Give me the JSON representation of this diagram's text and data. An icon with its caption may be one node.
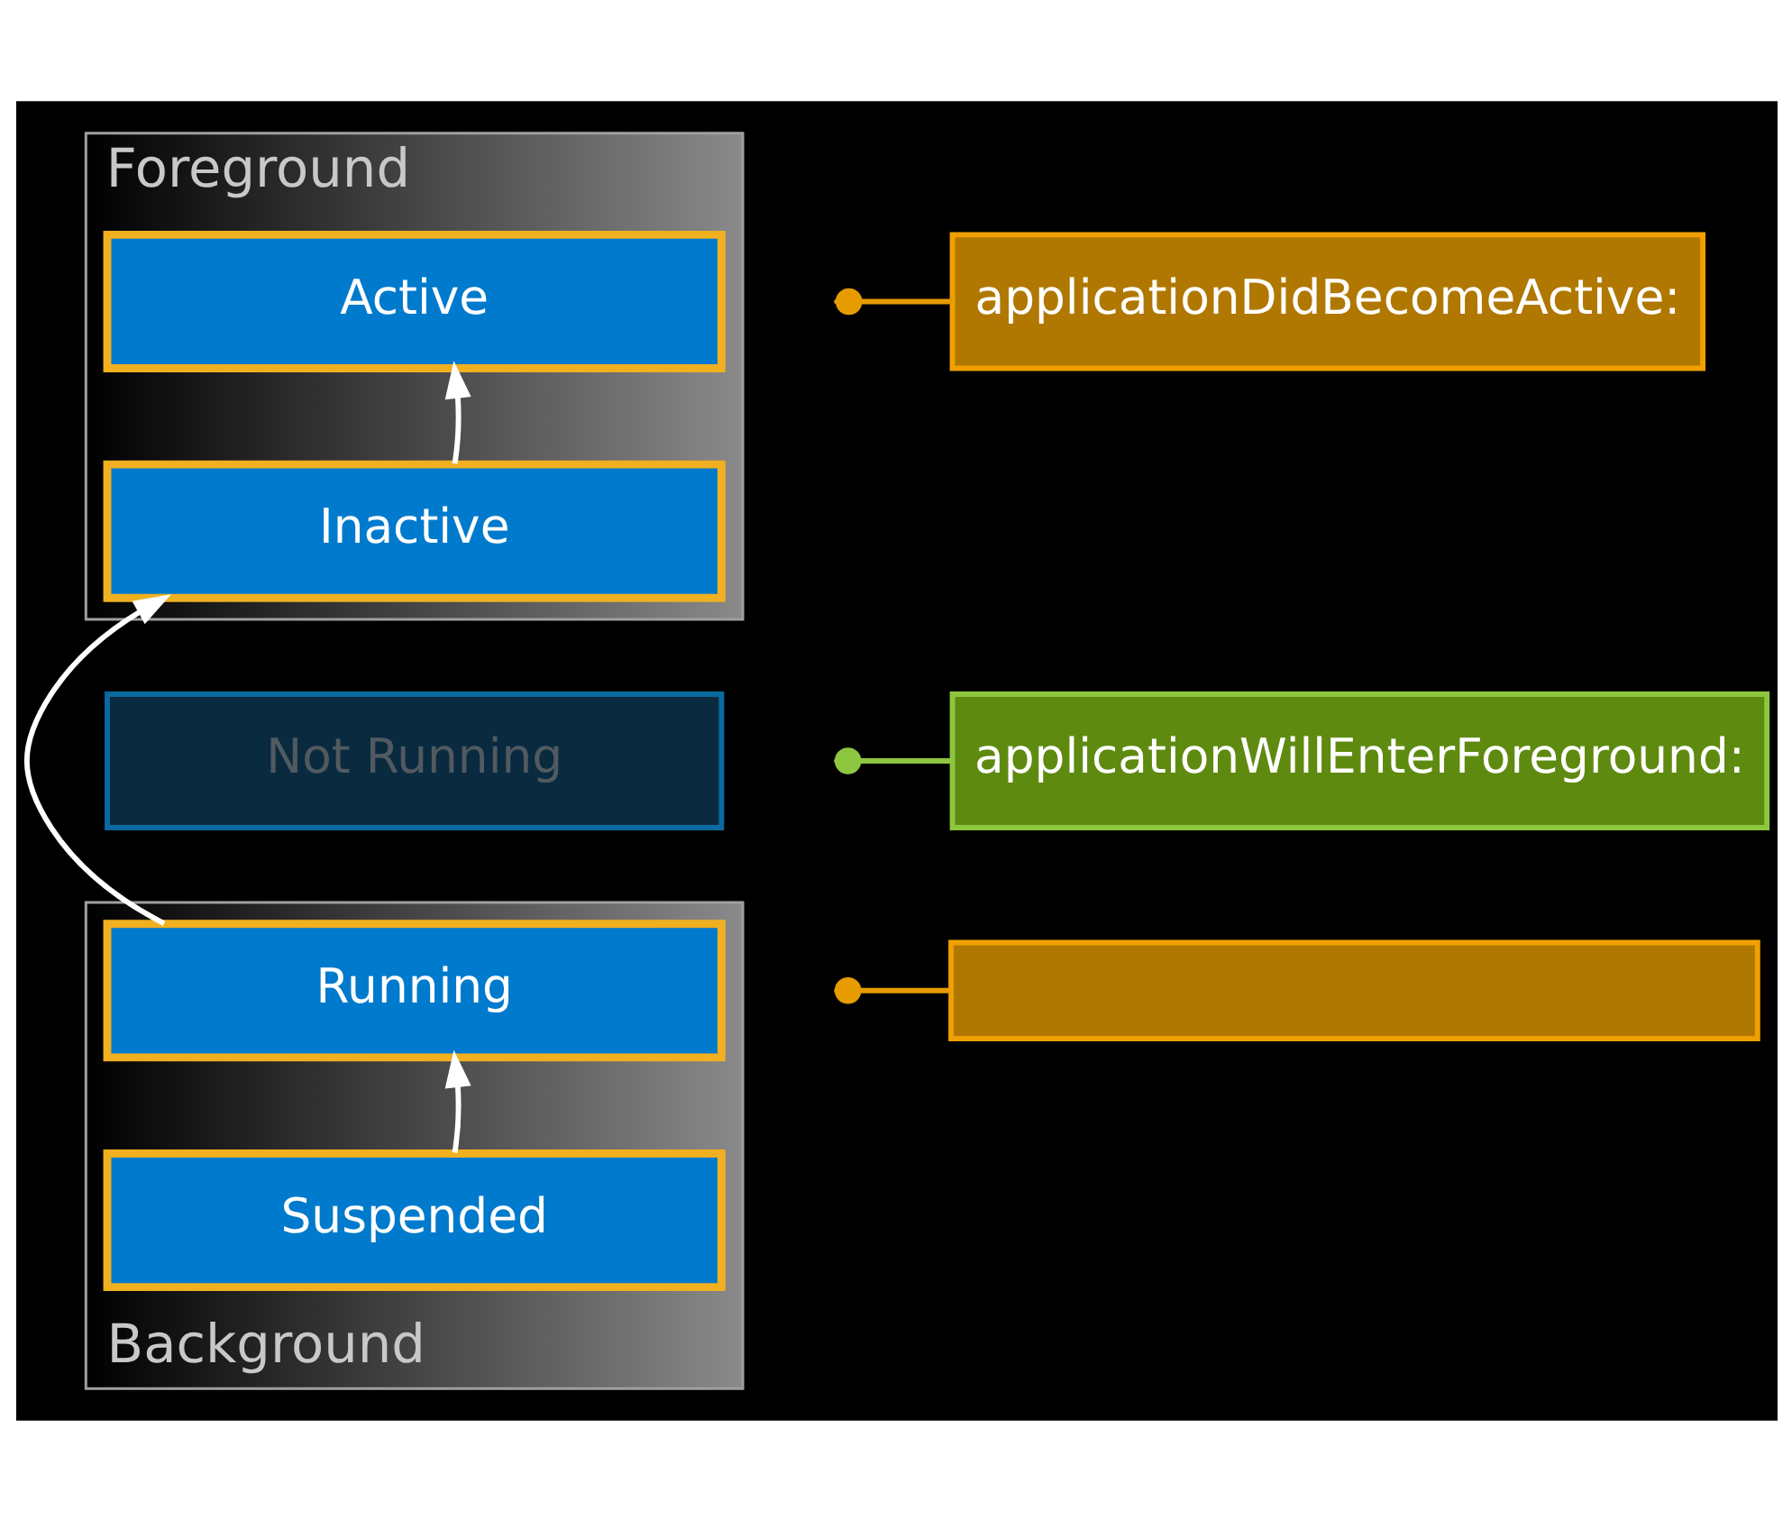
{
  "diagram": {
    "nodes": [
      {
        "text": [
          "Foreground"
        ]
      },
      {
        "text": [
          "Active"
        ],
        "in": 0
      },
      {
        "text": [
          "Inactive"
        ],
        "in": 0
      },
      {
        "text": [
          "Not Running"
        ]
      },
      {
        "text": [
          "Background"
        ]
      },
      {
        "text": [
          "Running"
        ],
        "in": 4
      },
      {
        "text": [
          "Suspended"
        ],
        "in": 4
      },
      {
        "text": [
          "applicationDidBecomeActive:"
        ]
      },
      {
        "text": [
          "applicationWillEnterForeground:"
        ]
      },
      {
        "text": [],
        "shape": "box"
      }
    ],
    "edges": [
      {
        "from": 6,
        "to": 5,
        "arrow": "to"
      },
      {
        "from": 5,
        "to": 2,
        "arrow": "to"
      },
      {
        "from": 2,
        "to": 1,
        "arrow": "to"
      },
      {
        "from": 7,
        "to": null,
        "arrow": "other",
        "color": "#e69b00"
      },
      {
        "from": 8,
        "to": null,
        "arrow": "other",
        "color": "#8dc63f"
      },
      {
        "from": 9,
        "to": null,
        "arrow": "other",
        "color": "#e69b00"
      }
    ]
  }
}
